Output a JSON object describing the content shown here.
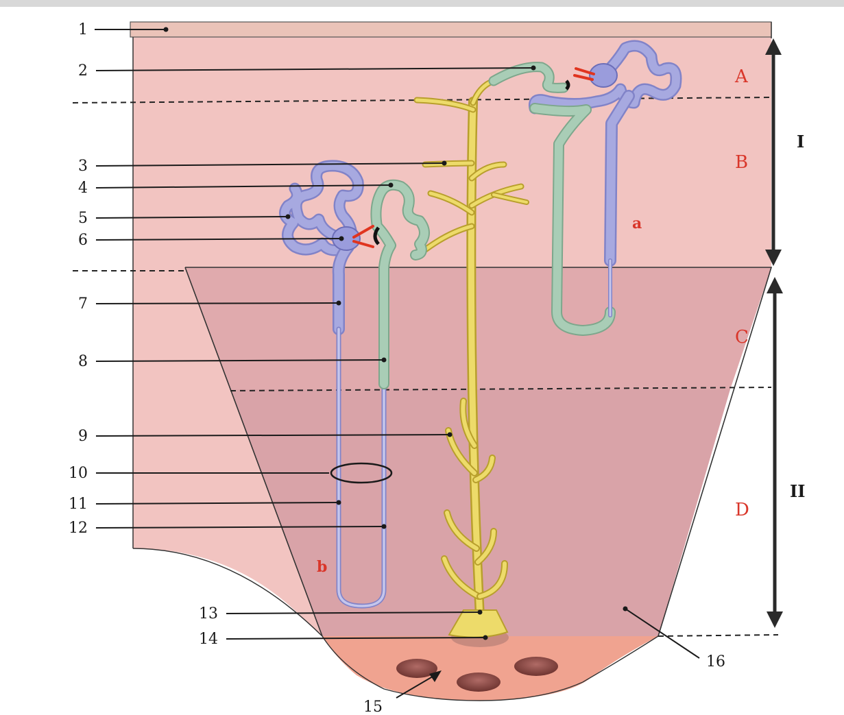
{
  "labels": [
    "1",
    "2",
    "3",
    "4",
    "5",
    "6",
    "7",
    "8",
    "9",
    "10",
    "11",
    "12",
    "13",
    "14",
    "15",
    "16"
  ],
  "zones": [
    "A",
    "B",
    "C",
    "D"
  ],
  "regions": [
    "I",
    "II"
  ],
  "nephron_labels": [
    "a",
    "b"
  ],
  "colors": {
    "background": "#ffffff",
    "capsule": "#eac3b8",
    "cortex": "#f2c4c1",
    "medulla_outer": "#e0aaad",
    "medulla_inner": "#d9a3a8",
    "papilla": "#f0a390",
    "calyx_spot": "#8c4a45",
    "tubule_blue": "#a7a9e0",
    "tubule_green": "#a9cdb6",
    "collecting_duct": "#eddb6a",
    "zone_text": "#d9362a",
    "line": "#1a1a1a"
  }
}
